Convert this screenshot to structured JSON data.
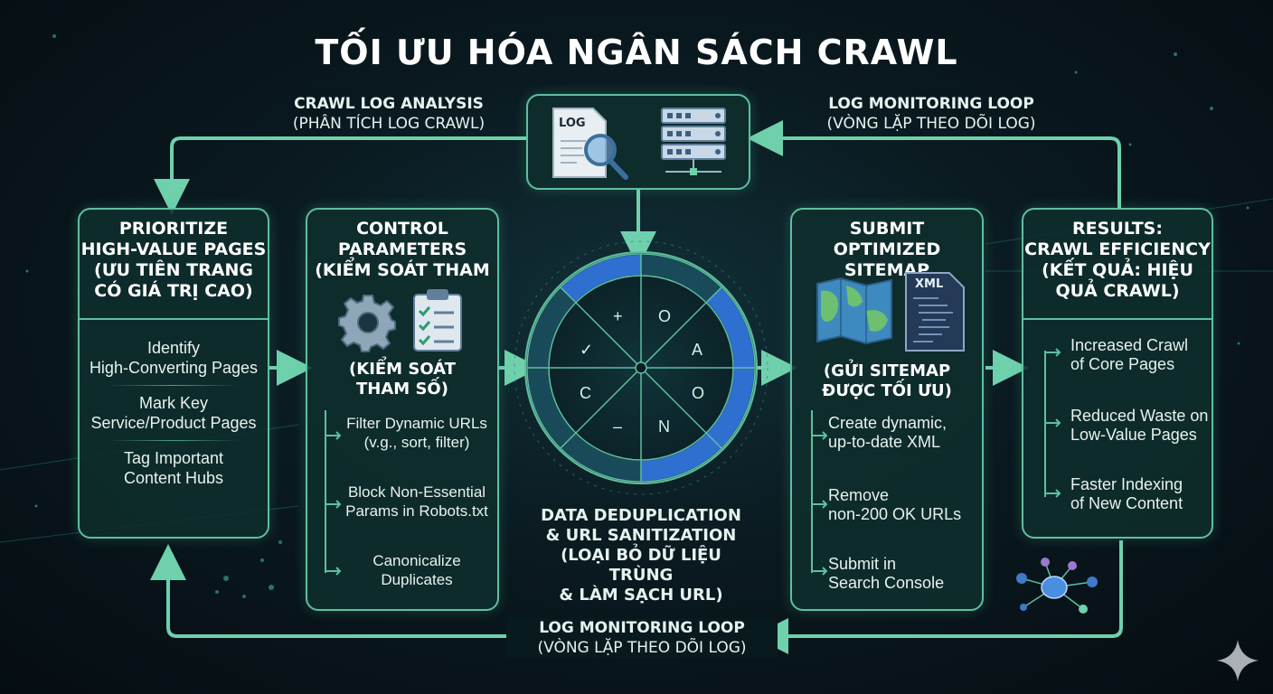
{
  "title": "TỐI ƯU HÓA NGÂN SÁCH CRAWL",
  "top_left_caption": {
    "line1": "CRAWL LOG ANALYSIS",
    "line2": "(PHÂN TÍCH LOG CRAWL)"
  },
  "top_right_caption": {
    "line1": "LOG MONITORING LOOP",
    "line2": "(VÒNG LẶP THEO DÕI LOG)"
  },
  "bottom_caption": {
    "line1": "LOG MONITORING LOOP",
    "line2": "(VÒNG LẶP THEO DÕI LOG)"
  },
  "top_box": {
    "log_label": "LOG"
  },
  "card1": {
    "heading": [
      "PRIORITIZE",
      "HIGH-VALUE PAGES",
      "(ƯU TIÊN TRANG",
      "CÓ GIÁ TRỊ CAO)"
    ],
    "items": [
      [
        "Identify",
        "High-Converting Pages"
      ],
      [
        "Mark Key",
        "Service/Product Pages"
      ],
      [
        "Tag Important",
        "Content Hubs"
      ]
    ]
  },
  "card2": {
    "heading": [
      "CONTROL",
      "PARAMETERS",
      "(KIỂM SOÁT THAM"
    ],
    "subheading": [
      "(KIỂM SOÁT",
      "THAM SỐ)"
    ],
    "items": [
      [
        "Filter Dynamic URLs",
        "(v.g., sort, filter)"
      ],
      [
        "Block Non-Essential",
        "Params in Robots.txt"
      ],
      [
        "Canonicalize",
        "Duplicates"
      ]
    ]
  },
  "center": {
    "segment_symbols": [
      "+",
      "O",
      "A",
      "O",
      "N",
      "–",
      "C",
      "✓"
    ],
    "caption": [
      "DATA DEDUPLICATION",
      "& URL SANITIZATION",
      "(LOẠI BỎ DỮ LIỆU TRÙNG",
      "& LÀM SẠCH URL)"
    ]
  },
  "card3": {
    "heading": [
      "SUBMIT",
      "OPTIMIZED SITEMAP"
    ],
    "xml_label": "XML",
    "subheading": [
      "(GỬI SITEMAP",
      "ĐƯỢC TỐI ƯU)"
    ],
    "items": [
      [
        "Create dynamic,",
        "up-to-date XML"
      ],
      [
        "Remove",
        "non-200 OK URLs"
      ],
      [
        "Submit in",
        "Search Console"
      ]
    ]
  },
  "card4": {
    "heading": [
      "RESULTS:",
      "CRAWL EFFICIENCY",
      "(KẾT QUẢ: HIỆU",
      "QUẢ CRAWL)"
    ],
    "items": [
      [
        "Increased Crawl",
        "of Core Pages"
      ],
      [
        "Reduced Waste on",
        "Low-Value Pages"
      ],
      [
        "Faster Indexing",
        "of New Content"
      ]
    ]
  },
  "colors": {
    "accent": "#5fbfa0",
    "ring_blue": "#2f6fd0",
    "card_bg": "#0e2e2c"
  }
}
